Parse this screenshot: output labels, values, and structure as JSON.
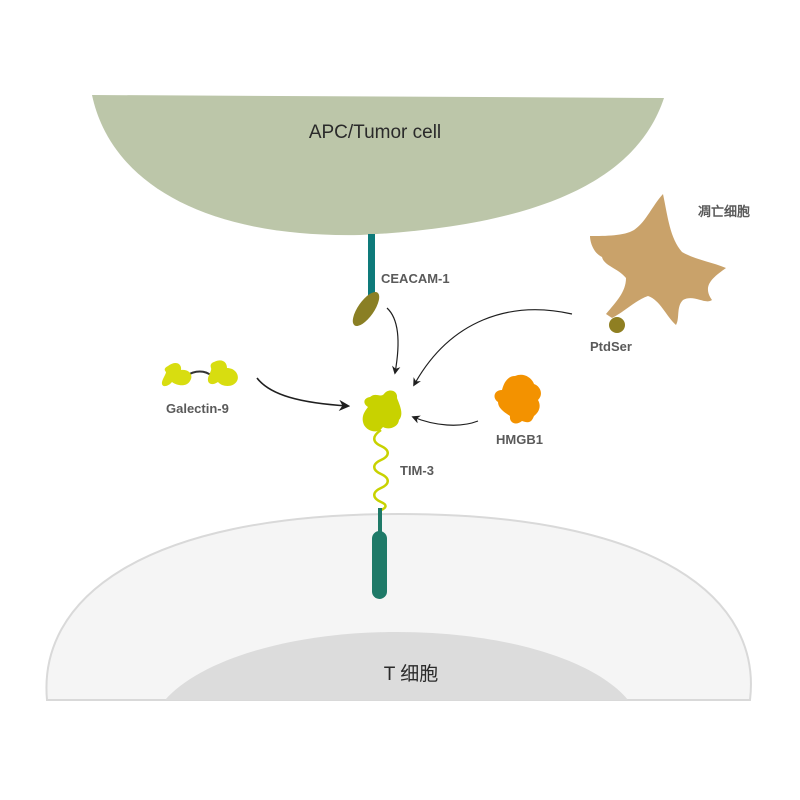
{
  "apc_cell": {
    "label": "APC/Tumor cell",
    "color": "#bcc6a9"
  },
  "t_cell": {
    "label": "T 细胞",
    "outer_color": "#f5f5f5",
    "outline_color": "#d9d9d9",
    "nucleus_color": "#dcdcdc"
  },
  "receptor": {
    "label": "TIM-3",
    "color": "#c8d200",
    "stalk_color": "#1f7a68"
  },
  "ligands": [
    {
      "name": "CEACAM-1",
      "color": "#8a7f24",
      "stalk_color": "#0e7a7a"
    },
    {
      "name": "Galectin-9",
      "color": "#d8dd10"
    },
    {
      "name": "HMGB1",
      "color": "#f39200"
    },
    {
      "name": "PtdSer",
      "color": "#8f7f22"
    }
  ],
  "apoptotic_cell": {
    "label": "凋亡细胞",
    "color": "#c9a26a"
  }
}
